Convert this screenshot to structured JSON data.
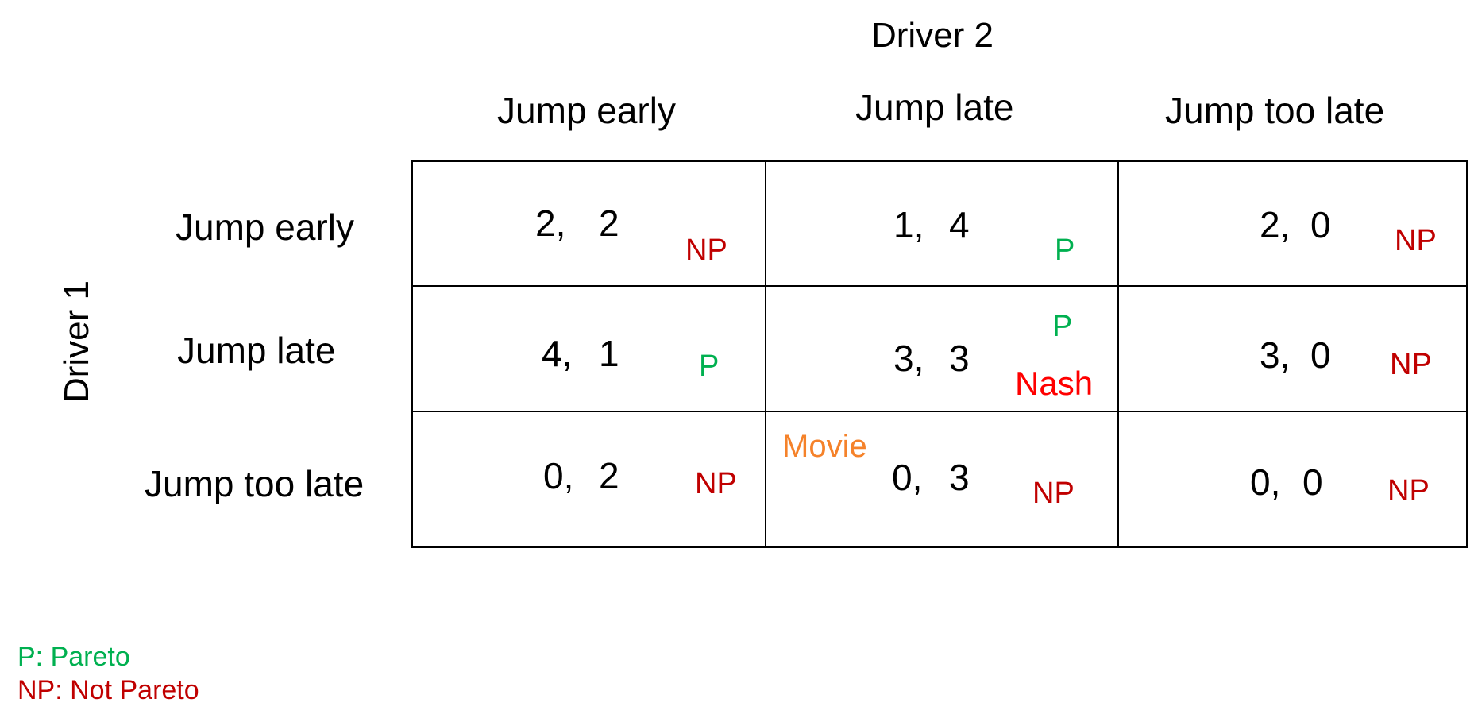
{
  "player2": "Driver 2",
  "player1": "Driver 1",
  "columns": [
    "Jump early",
    "Jump late",
    "Jump too late"
  ],
  "rows": [
    "Jump early",
    "Jump late",
    "Jump too late"
  ],
  "cells": [
    [
      {
        "payoff": [
          "2,",
          "2"
        ],
        "tags": [
          "NP"
        ]
      },
      {
        "payoff": [
          "1,",
          "4"
        ],
        "tags": [
          "P"
        ]
      },
      {
        "payoff": [
          "2,",
          "0"
        ],
        "tags": [
          "NP"
        ]
      }
    ],
    [
      {
        "payoff": [
          "4,",
          "1"
        ],
        "tags": [
          "P"
        ]
      },
      {
        "payoff": [
          "3,",
          "3"
        ],
        "tags": [
          "P",
          "Nash"
        ]
      },
      {
        "payoff": [
          "3,",
          "0"
        ],
        "tags": [
          "NP"
        ]
      }
    ],
    [
      {
        "payoff": [
          "0,",
          "2"
        ],
        "tags": [
          "NP"
        ]
      },
      {
        "payoff": [
          "0,",
          "3"
        ],
        "tags": [
          "Movie",
          "NP"
        ]
      },
      {
        "payoff": [
          "0,",
          "0"
        ],
        "tags": [
          "NP"
        ]
      }
    ]
  ],
  "legend": {
    "p": "P: Pareto",
    "np": "NP: Not Pareto"
  },
  "colors": {
    "pareto": "#00b050",
    "not_pareto": "#c00000",
    "nash": "#ff0000",
    "movie": "#f5822a"
  }
}
